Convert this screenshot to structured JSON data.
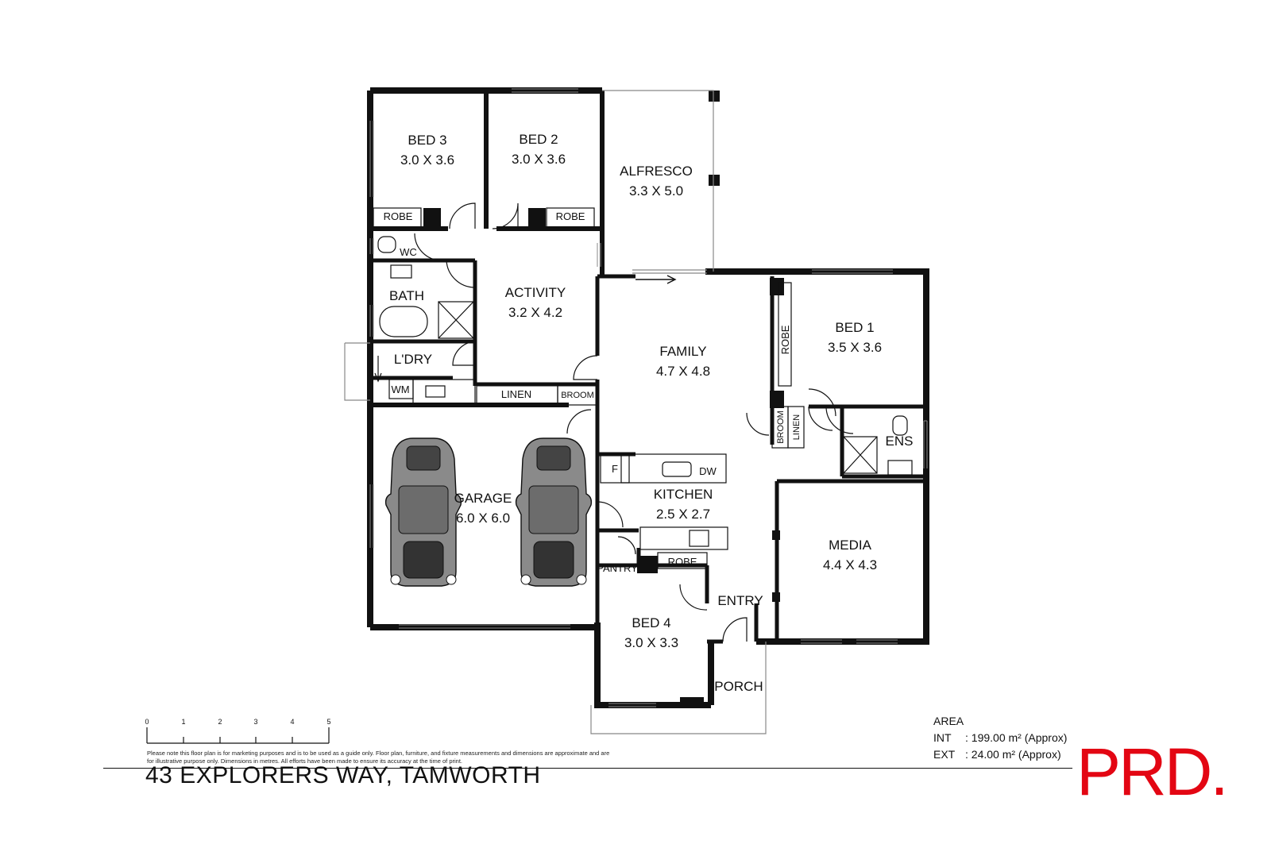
{
  "rooms": {
    "bed3": {
      "name": "BED 3",
      "dim": "3.0 X 3.6"
    },
    "bed2": {
      "name": "BED 2",
      "dim": "3.0 X 3.6"
    },
    "alfresco": {
      "name": "ALFRESCO",
      "dim": "3.3 X 5.0"
    },
    "activity": {
      "name": "ACTIVITY",
      "dim": "3.2 X 4.2"
    },
    "family": {
      "name": "FAMILY",
      "dim": "4.7 X 4.8"
    },
    "bed1": {
      "name": "BED 1",
      "dim": "3.5 X 3.6"
    },
    "garage": {
      "name": "GARAGE",
      "dim": "6.0 X 6.0"
    },
    "kitchen": {
      "name": "KITCHEN",
      "dim": "2.5 X 2.7"
    },
    "media": {
      "name": "MEDIA",
      "dim": "4.4 X 4.3"
    },
    "bed4": {
      "name": "BED 4",
      "dim": "3.0 X 3.3"
    }
  },
  "labels": {
    "robe": "ROBE",
    "wc": "WC",
    "bath": "BATH",
    "ldry": "L'DRY",
    "wm": "WM",
    "linen": "LINEN",
    "broom": "BROOM",
    "ens": "ENS",
    "fridge": "F",
    "dw": "DW",
    "pantry": "PANTRY",
    "entry": "ENTRY",
    "porch": "PORCH"
  },
  "scale": {
    "ticks": [
      "0",
      "1",
      "2",
      "3",
      "4",
      "5"
    ]
  },
  "disclaimer": "Please note this floor plan is for marketing purposes and is to be used as a guide only. Floor plan, furniture, and fixture measurements and dimensions are approximate and are for illustrative purpose only. Dimensions in metres. All efforts have been made to ensure its accuracy at the time of print.",
  "address": "43 EXPLORERS WAY, TAMWORTH",
  "area": {
    "heading": "AREA",
    "int_label": "INT",
    "int_value": ": 199.00 m² (Approx)",
    "ext_label": "EXT",
    "ext_value": ": 24.00 m² (Approx)"
  },
  "brand": {
    "name": "PRD.",
    "color": "#e30613"
  }
}
